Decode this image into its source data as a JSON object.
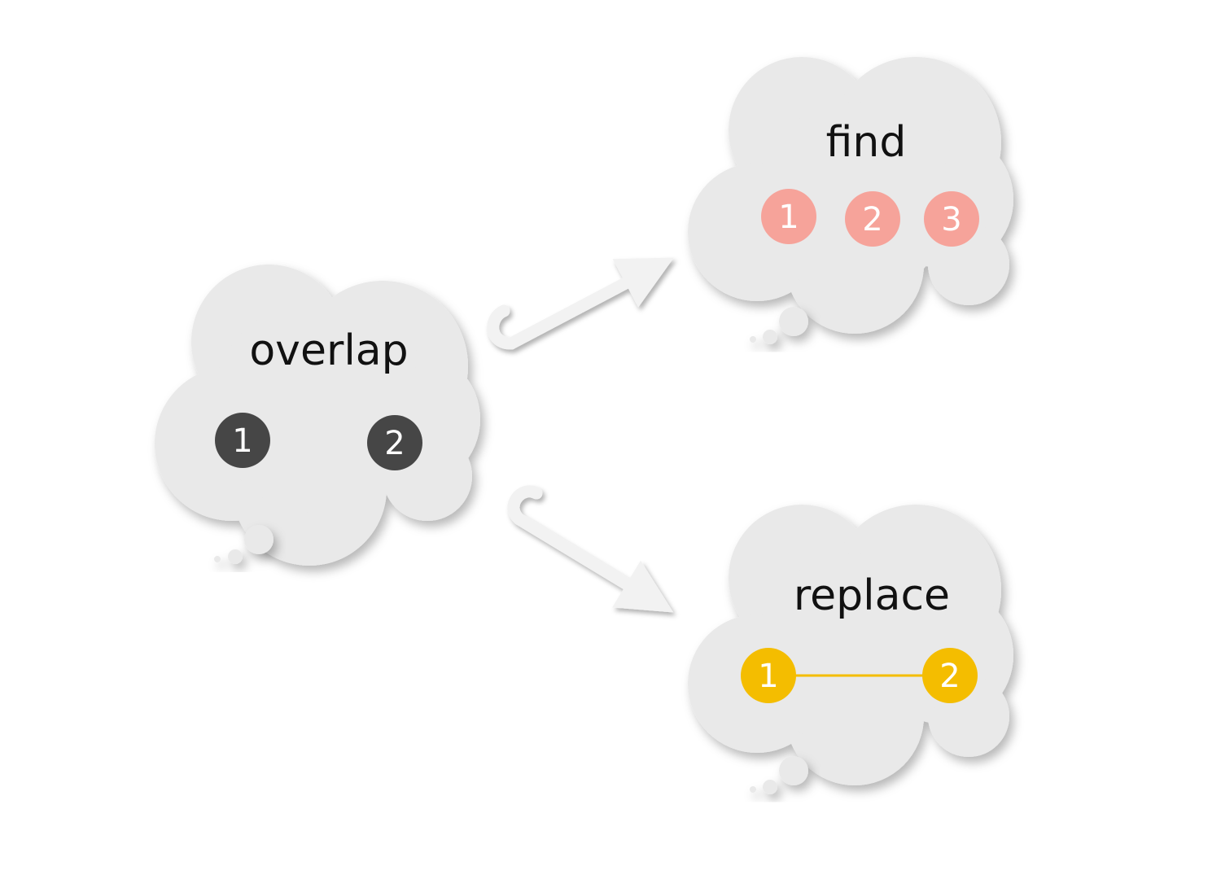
{
  "colors": {
    "background": "#ffffff",
    "cloud_fill": "#e9e9e9",
    "dark_node": "#464646",
    "find_node": "#f6a39a",
    "replace_node": "#f4bd00",
    "replace_link": "#f4bd00",
    "arrow": "#f2f2f2"
  },
  "clouds": {
    "overlap": {
      "title": "overlap",
      "nodes": [
        {
          "label": "1"
        },
        {
          "label": "2"
        }
      ]
    },
    "find": {
      "title": "find",
      "nodes": [
        {
          "label": "1"
        },
        {
          "label": "2"
        },
        {
          "label": "3"
        }
      ]
    },
    "replace": {
      "title": "replace",
      "nodes": [
        {
          "label": "1"
        },
        {
          "label": "2"
        }
      ]
    }
  },
  "arrows": [
    {
      "from": "overlap",
      "to": "find"
    },
    {
      "from": "overlap",
      "to": "replace"
    }
  ]
}
